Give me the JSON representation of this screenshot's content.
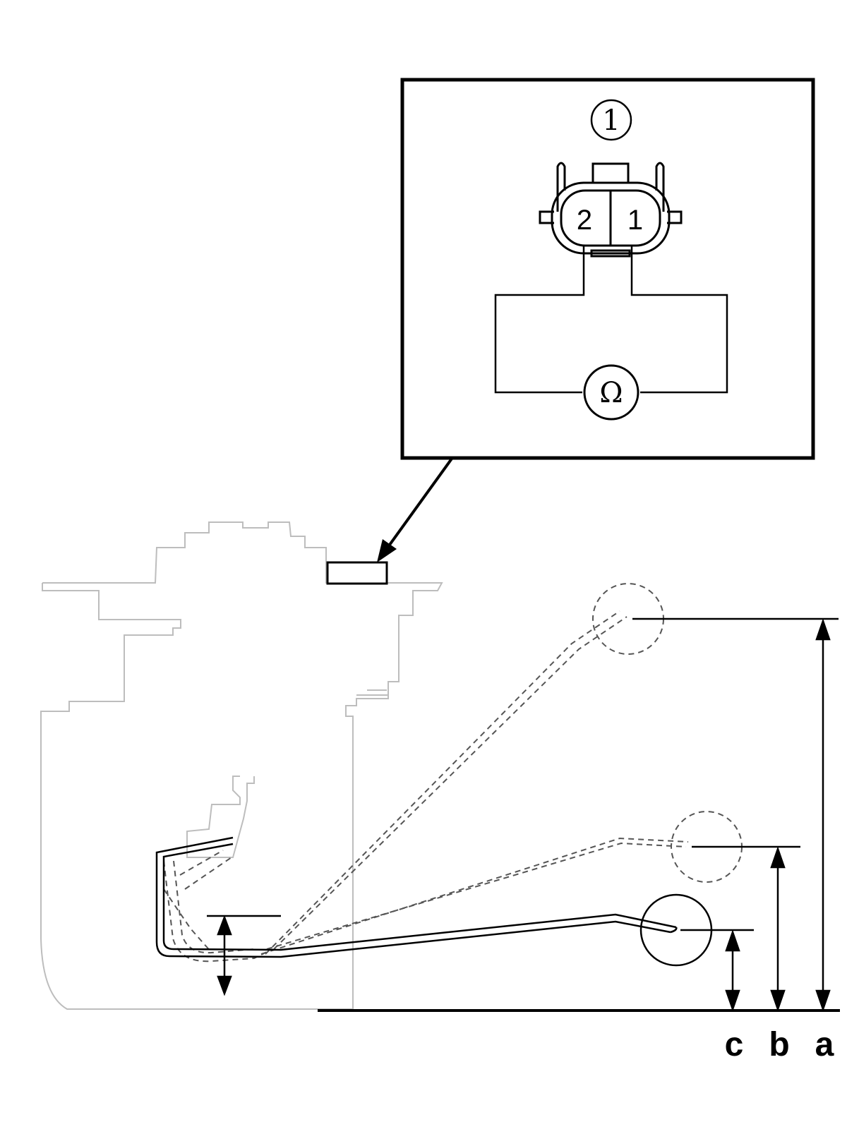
{
  "inset": {
    "callout_number": "1",
    "connector_pins": [
      {
        "label": "2"
      },
      {
        "label": "1"
      }
    ],
    "meter_symbol": "Ω"
  },
  "dimensions": {
    "labels": [
      "c",
      "b",
      "a"
    ]
  },
  "colors": {
    "line": "#000000",
    "housing": "#bdbdbd",
    "dashed": "#555555",
    "background": "#ffffff"
  }
}
